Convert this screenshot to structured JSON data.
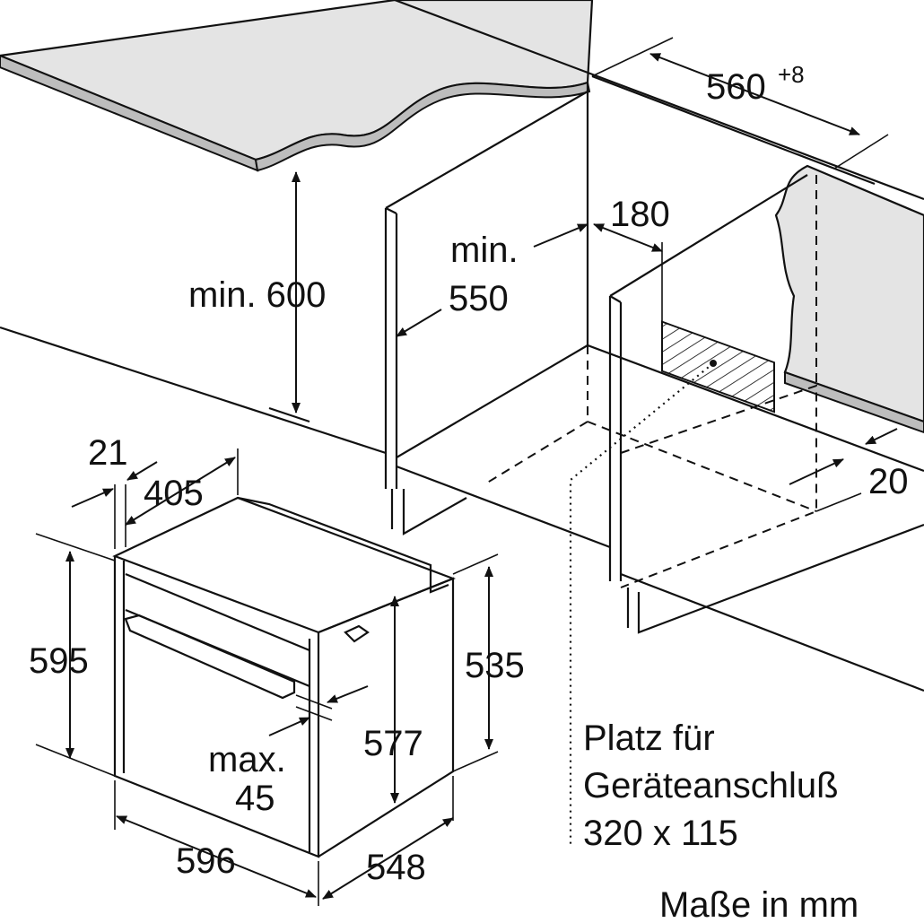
{
  "diagram": {
    "title": "Oven built-in installation dimensions",
    "dimensions": {
      "niche_width": "560",
      "niche_width_tolerance": "+8",
      "connection_offset": "180",
      "min_depth_label": "min.",
      "min_depth": "550",
      "min_height": "min. 600",
      "front_panel": "21",
      "handle_depth": "405",
      "oven_height": "595",
      "body_height_side": "535",
      "body_height": "577",
      "max_label": "max.",
      "max_value": "45",
      "oven_width": "596",
      "oven_depth": "548",
      "back_gap": "20"
    },
    "connection_note": {
      "line1": "Platz für",
      "line2": "Geräteanschluß",
      "line3": "320 x 115"
    },
    "units_note": "Maße in mm"
  }
}
